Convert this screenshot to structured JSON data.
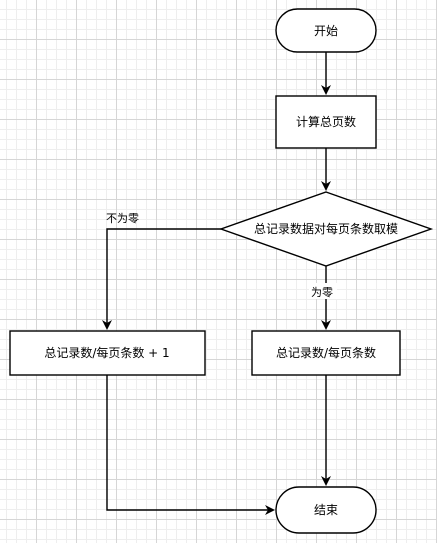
{
  "flowchart": {
    "nodes": {
      "start": {
        "label": "开始",
        "shape": "terminator"
      },
      "compute_total_pages": {
        "label": "计算总页数",
        "shape": "process"
      },
      "modulo_check": {
        "label": "总记录数据对每页条数取模",
        "shape": "decision"
      },
      "pages_plus_one": {
        "label": "总记录数/每页条数 + 1",
        "shape": "process"
      },
      "pages_exact": {
        "label": "总记录数/每页条数",
        "shape": "process"
      },
      "end": {
        "label": "结束",
        "shape": "terminator"
      }
    },
    "edges": {
      "not_zero": {
        "from": "modulo_check",
        "to": "pages_plus_one",
        "label": "不为零"
      },
      "zero": {
        "from": "modulo_check",
        "to": "pages_exact",
        "label": "为零"
      }
    }
  }
}
